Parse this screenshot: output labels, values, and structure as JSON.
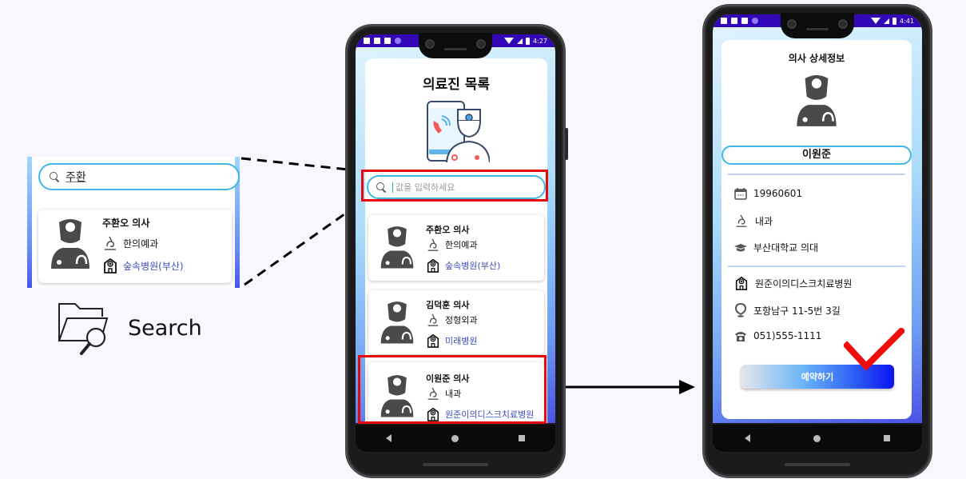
{
  "colors": {
    "status_bar": "#3307b7",
    "accent_border": "#3db7e8",
    "highlight_red": "#e5080b",
    "hospital_link": "#3b4cc0",
    "button_gradient_end": "#0a14f2"
  },
  "inset": {
    "search_query": "주환",
    "card": {
      "name": "주환오  의사",
      "department": "한의예과",
      "hospital": "숲속병원(부산)"
    },
    "caption": "Search",
    "caption_icon": "folder-search-icon"
  },
  "list_phone": {
    "status": {
      "time": "4:27"
    },
    "title": "의료진 목록",
    "search": {
      "placeholder": "값을 입력하세요",
      "value": ""
    },
    "doctors": [
      {
        "name": "주환오  의사",
        "department": "한의예과",
        "hospital": "숲속병원(부산)"
      },
      {
        "name": "김덕훈  의사",
        "department": "정형외과",
        "hospital": "미래병원"
      },
      {
        "name": "이원준  의사",
        "department": "내과",
        "hospital": "원준이의디스크치료병원"
      }
    ]
  },
  "detail_phone": {
    "status": {
      "time": "4:41"
    },
    "title": "의사 상세정보",
    "name": "이원준",
    "birth": "19960601",
    "department": "내과",
    "school": "부산대학교 의대",
    "hospital": "원준이의디스크치료병원",
    "address": "포항남구 11-5번 3길",
    "phone": "051)555-1111",
    "reserve_label": "예약하기"
  }
}
